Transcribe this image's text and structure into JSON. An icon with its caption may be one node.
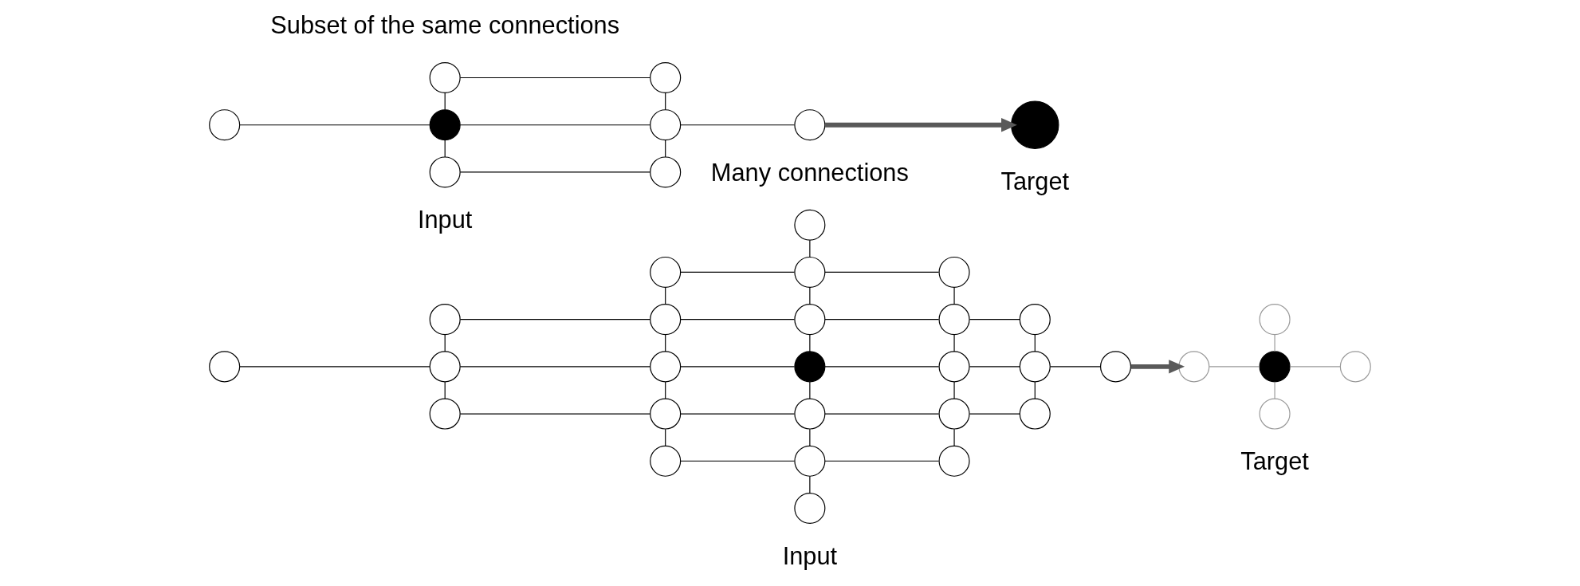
{
  "diagram": {
    "nodes": [
      {
        "text": [],
        "shape": "circle"
      },
      {
        "text": [],
        "shape": "circle"
      },
      {
        "text": [],
        "shape": "circle"
      },
      {
        "text": [],
        "shape": "circle"
      },
      {
        "text": [],
        "shape": "circle"
      },
      {
        "text": [],
        "shape": "circle"
      },
      {
        "text": [],
        "shape": "circle"
      },
      {
        "text": [],
        "shape": "circle"
      },
      {
        "text": [],
        "shape": "circle"
      },
      {
        "text": [],
        "shape": "circle"
      },
      {
        "text": [],
        "shape": "circle"
      },
      {
        "text": [],
        "shape": "circle"
      },
      {
        "text": [],
        "shape": "circle"
      },
      {
        "text": [],
        "shape": "circle"
      },
      {
        "text": [],
        "shape": "circle"
      },
      {
        "text": [],
        "shape": "circle"
      },
      {
        "text": [],
        "shape": "circle"
      },
      {
        "text": [],
        "shape": "circle"
      },
      {
        "text": [],
        "shape": "circle"
      },
      {
        "text": [],
        "shape": "circle"
      },
      {
        "text": [],
        "shape": "circle"
      },
      {
        "text": [],
        "shape": "circle"
      },
      {
        "text": [],
        "shape": "circle"
      },
      {
        "text": [],
        "shape": "circle"
      },
      {
        "text": [],
        "shape": "circle"
      },
      {
        "text": [],
        "shape": "circle"
      },
      {
        "text": [],
        "shape": "circle"
      },
      {
        "text": [],
        "shape": "circle"
      },
      {
        "text": [],
        "shape": "circle"
      },
      {
        "text": [],
        "shape": "circle"
      },
      {
        "text": [],
        "shape": "circle"
      },
      {
        "text": [],
        "shape": "circle"
      },
      {
        "text": [],
        "shape": "circle"
      },
      {
        "text": [],
        "shape": "circle"
      },
      {
        "text": [],
        "shape": "circle"
      },
      {
        "text": [],
        "shape": "circle"
      },
      {
        "text": [],
        "shape": "circle"
      },
      {
        "text": [],
        "shape": "circle"
      },
      {
        "text": [],
        "shape": "circle"
      }
    ],
    "edges": [
      {
        "from": 1,
        "to": 2,
        "arrow": "none"
      },
      {
        "from": 2,
        "to": 3,
        "arrow": "none"
      },
      {
        "from": 4,
        "to": 5,
        "arrow": "none"
      },
      {
        "from": 5,
        "to": 6,
        "arrow": "none"
      },
      {
        "from": 6,
        "to": 7,
        "arrow": "none"
      },
      {
        "from": 7,
        "to": 8,
        "arrow": "none"
      },
      {
        "from": 9,
        "to": 10,
        "arrow": "none"
      },
      {
        "from": 10,
        "to": 11,
        "arrow": "none"
      },
      {
        "from": 11,
        "to": 12,
        "arrow": "none"
      },
      {
        "from": 12,
        "to": 13,
        "arrow": "none"
      },
      {
        "from": 13,
        "to": 14,
        "arrow": "none"
      },
      {
        "from": 14,
        "to": 15,
        "arrow": "none"
      },
      {
        "from": 16,
        "to": 17,
        "arrow": "none"
      },
      {
        "from": 17,
        "to": 18,
        "arrow": "none"
      },
      {
        "from": 18,
        "to": 19,
        "arrow": "none"
      },
      {
        "from": 19,
        "to": 20,
        "arrow": "none"
      },
      {
        "from": 21,
        "to": 22,
        "arrow": "none"
      },
      {
        "from": 22,
        "to": 23,
        "arrow": "none"
      },
      {
        "from": 0,
        "to": 2,
        "arrow": "none"
      },
      {
        "from": 2,
        "to": 6,
        "arrow": "none"
      },
      {
        "from": 6,
        "to": 12,
        "arrow": "none"
      },
      {
        "from": 12,
        "to": 18,
        "arrow": "none"
      },
      {
        "from": 18,
        "to": 22,
        "arrow": "none"
      },
      {
        "from": 22,
        "to": 24,
        "arrow": "none"
      },
      {
        "from": 1,
        "to": 5,
        "arrow": "none"
      },
      {
        "from": 5,
        "to": 11,
        "arrow": "none"
      },
      {
        "from": 11,
        "to": 17,
        "arrow": "none"
      },
      {
        "from": 17,
        "to": 21,
        "arrow": "none"
      },
      {
        "from": 3,
        "to": 7,
        "arrow": "none"
      },
      {
        "from": 7,
        "to": 13,
        "arrow": "none"
      },
      {
        "from": 13,
        "to": 19,
        "arrow": "none"
      },
      {
        "from": 19,
        "to": 23,
        "arrow": "none"
      },
      {
        "from": 4,
        "to": 10,
        "arrow": "none"
      },
      {
        "from": 10,
        "to": 16,
        "arrow": "none"
      },
      {
        "from": 8,
        "to": 14,
        "arrow": "none"
      },
      {
        "from": 14,
        "to": 20,
        "arrow": "none"
      },
      {
        "from": 15,
        "to": 26,
        "arrow": "to",
        "style": "thick",
        "color": "#595959"
      },
      {
        "from": 25,
        "to": 27,
        "arrow": "none",
        "color": "#999999"
      },
      {
        "from": 26,
        "to": 27,
        "arrow": "none",
        "color": "#999999"
      },
      {
        "from": 27,
        "to": 28,
        "arrow": "none",
        "color": "#999999"
      },
      {
        "from": 27,
        "to": 29,
        "arrow": "none",
        "color": "#999999"
      },
      {
        "from": 30,
        "to": 31,
        "arrow": "none"
      },
      {
        "from": 30,
        "to": 33,
        "arrow": "none"
      },
      {
        "from": 31,
        "to": 34,
        "arrow": "none"
      },
      {
        "from": 32,
        "to": 33,
        "arrow": "none"
      },
      {
        "from": 33,
        "to": 34,
        "arrow": "none"
      },
      {
        "from": 34,
        "to": 35,
        "arrow": "none"
      },
      {
        "from": 33,
        "to": 36,
        "arrow": "none"
      },
      {
        "from": 34,
        "to": 37,
        "arrow": "none"
      },
      {
        "from": 36,
        "to": 37,
        "arrow": "none"
      },
      {
        "from": 35,
        "to": 38,
        "arrow": "to",
        "style": "thick",
        "color": "#595959"
      }
    ],
    "labels": [
      "Many connections",
      "Subset of the same connections",
      "Input",
      "Target",
      "Input",
      "Target"
    ]
  }
}
